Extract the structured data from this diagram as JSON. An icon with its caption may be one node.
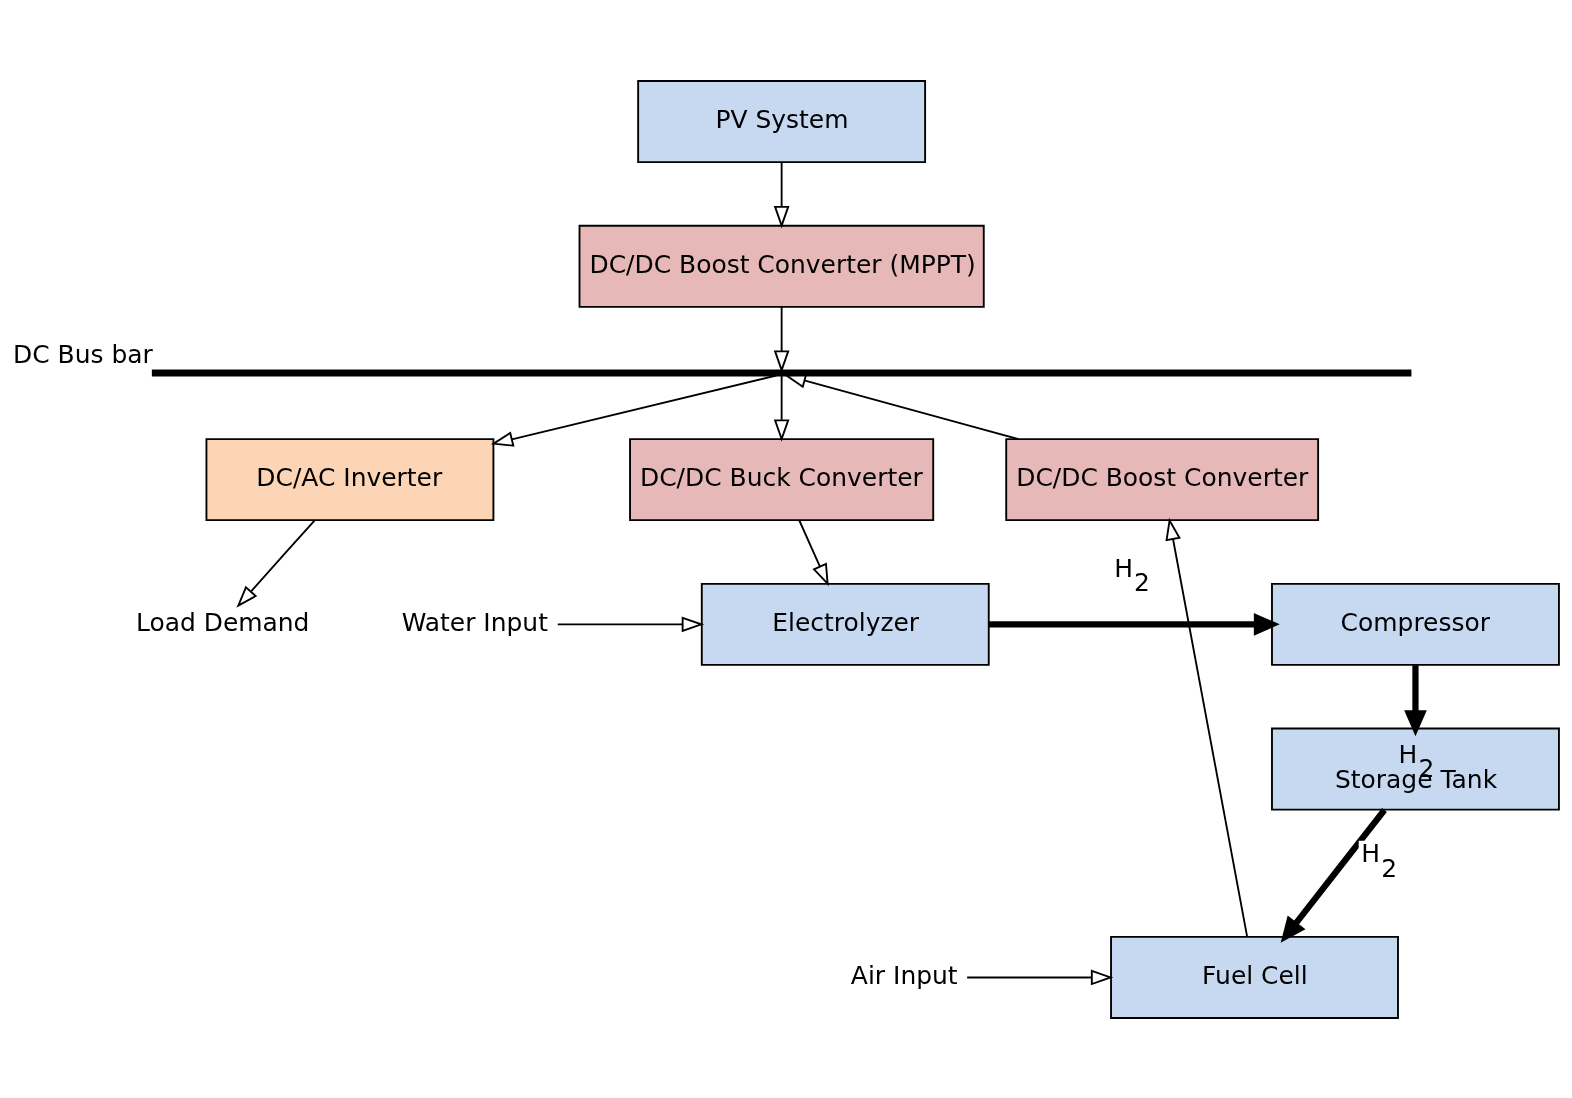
{
  "diagram": {
    "nodes": [
      {
        "text": [
          "PV System"
        ]
      },
      {
        "text": [
          "DC/DC Boost Converter (MPPT)"
        ]
      },
      {
        "text": [],
        "shape": "bar",
        "beside": [
          "DC Bus bar"
        ]
      },
      {
        "text": [
          "DC/AC Inverter"
        ]
      },
      {
        "text": [
          "Load Demand"
        ]
      },
      {
        "text": [
          "DC/DC Buck Converter"
        ]
      },
      {
        "text": [
          "Electrolyzer"
        ]
      },
      {
        "text": [
          "Water Input"
        ]
      },
      {
        "text": [
          "Compressor"
        ]
      },
      {
        "text": [
          "H$_{2}$ Storage Tank"
        ]
      },
      {
        "text": [
          "Fuel Cell"
        ]
      },
      {
        "text": [
          "Air Input"
        ]
      },
      {
        "text": [
          "DC/DC Boost Converter"
        ]
      }
    ],
    "edges": [
      {
        "from": 0,
        "to": 1,
        "arrow": "to"
      },
      {
        "from": 1,
        "to": 2,
        "arrow": "to"
      },
      {
        "from": 2,
        "to": 5,
        "arrow": "to"
      },
      {
        "from": 5,
        "to": 6,
        "arrow": "to"
      },
      {
        "from": 7,
        "to": 6,
        "arrow": "to"
      },
      {
        "from": 6,
        "to": 8,
        "arrow": "to",
        "label": "H$_{2}$",
        "style": "thick"
      },
      {
        "from": 8,
        "to": 9,
        "arrow": "to",
        "style": "thick"
      },
      {
        "from": 9,
        "to": 10,
        "arrow": "to",
        "label": "H$_{2}$",
        "style": "thick"
      },
      {
        "from": 11,
        "to": 10,
        "arrow": "to"
      },
      {
        "from": 10,
        "to": 12,
        "arrow": "to"
      },
      {
        "from": 12,
        "to": 2,
        "arrow": "to"
      },
      {
        "from": 2,
        "to": 3,
        "arrow": "to"
      },
      {
        "from": 3,
        "to": 4,
        "arrow": "to"
      }
    ]
  }
}
